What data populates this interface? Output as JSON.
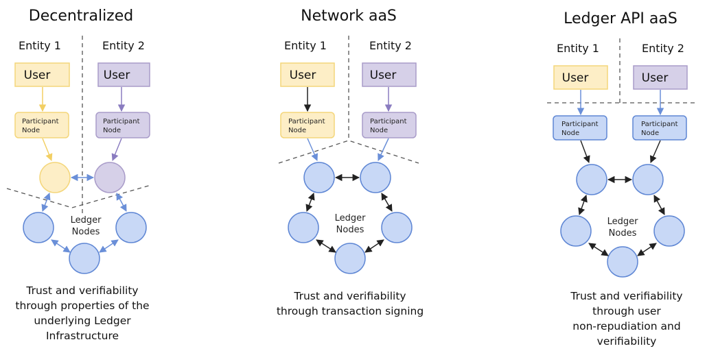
{
  "colors": {
    "yellow_fill": "#fdeec6",
    "yellow_stroke": "#f4d67a",
    "purple_fill": "#d6d0e8",
    "purple_stroke": "#a99cc9",
    "blue_fill": "#c8d8f6",
    "blue_stroke": "#5e86d4",
    "arrow_yellow": "#f2cf63",
    "arrow_purple": "#8a7cc0",
    "arrow_blue": "#6a8fd8",
    "arrow_black": "#222222",
    "dash": "#555555"
  },
  "panels": [
    {
      "title": "Decentralized",
      "entity1": "Entity 1",
      "entity2": "Entity 2",
      "user1": "User",
      "user2": "User",
      "pnode1": [
        "Participant",
        "Node"
      ],
      "pnode2": [
        "Participant",
        "Node"
      ],
      "ledger": [
        "Ledger",
        "Nodes"
      ],
      "caption": [
        "Trust and verifiability",
        "through properties of the",
        "underlying Ledger",
        "Infrastructure"
      ]
    },
    {
      "title": "Network aaS",
      "entity1": "Entity 1",
      "entity2": "Entity 2",
      "user1": "User",
      "user2": "User",
      "pnode1": [
        "Participant",
        "Node"
      ],
      "pnode2": [
        "Participant",
        "Node"
      ],
      "ledger": [
        "Ledger",
        "Nodes"
      ],
      "caption": [
        "Trust and verifiability",
        "through transaction signing"
      ]
    },
    {
      "title": "Ledger API aaS",
      "entity1": "Entity 1",
      "entity2": "Entity 2",
      "user1": "User",
      "user2": "User",
      "pnode1": [
        "Participant",
        "Node"
      ],
      "pnode2": [
        "Participant",
        "Node"
      ],
      "ledger": [
        "Ledger",
        "Nodes"
      ],
      "caption": [
        "Trust and verifiability",
        "through user",
        "non-repudiation and",
        "verifiability"
      ]
    }
  ]
}
